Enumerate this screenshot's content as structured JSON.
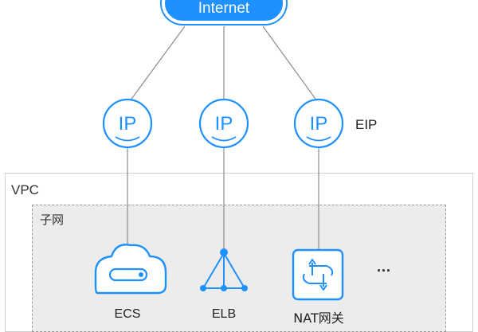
{
  "internet": {
    "label": "Internet"
  },
  "eip": {
    "label": "EIP",
    "nodes": [
      "IP",
      "IP",
      "IP"
    ]
  },
  "vpc": {
    "label": "VPC"
  },
  "subnet": {
    "label": "子网"
  },
  "resources": [
    {
      "label": "ECS",
      "icon": "cloud-server-icon"
    },
    {
      "label": "ELB",
      "icon": "load-balancer-icon"
    },
    {
      "label": "NAT网关",
      "icon": "nat-gateway-icon"
    }
  ],
  "more": {
    "label": "..."
  },
  "colors": {
    "accent": "#1e90ff",
    "line": "#8c8c8c",
    "subnet_fill": "#ececec"
  }
}
